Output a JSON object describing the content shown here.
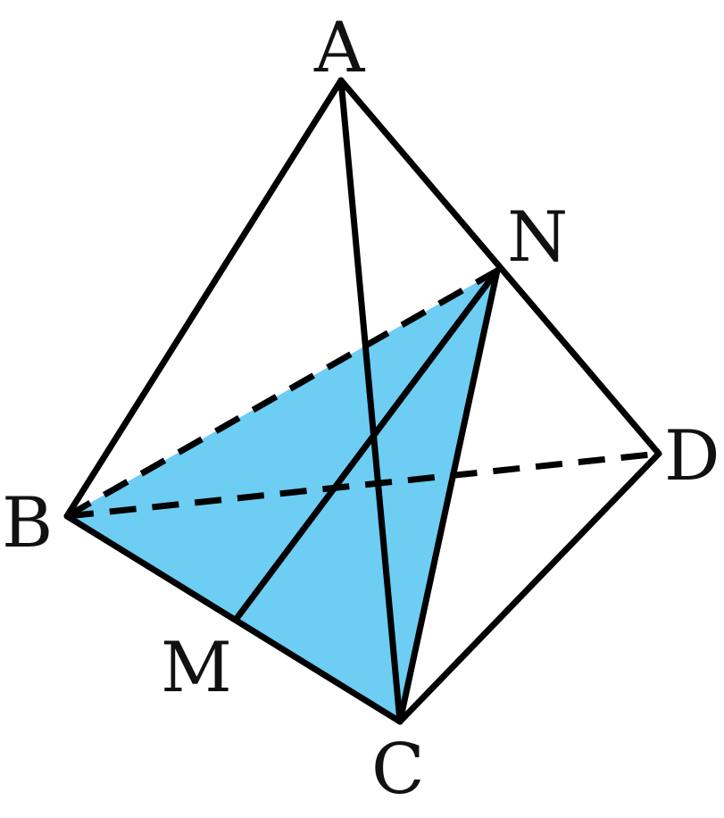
{
  "figure": {
    "type": "tetrahedron",
    "fill_color": "#6dcdf3",
    "line_color": "#000000",
    "vertices": {
      "A": "A",
      "B": "B",
      "C": "C",
      "D": "D",
      "M": "M",
      "N": "N"
    },
    "shaded_face": [
      "B",
      "C",
      "N"
    ],
    "solid_edges": [
      [
        "A",
        "B"
      ],
      [
        "A",
        "C"
      ],
      [
        "A",
        "D"
      ],
      [
        "B",
        "C"
      ],
      [
        "C",
        "D"
      ],
      [
        "C",
        "N"
      ],
      [
        "M",
        "N"
      ]
    ],
    "dashed_edges": [
      [
        "B",
        "D"
      ],
      [
        "B",
        "N"
      ]
    ]
  }
}
